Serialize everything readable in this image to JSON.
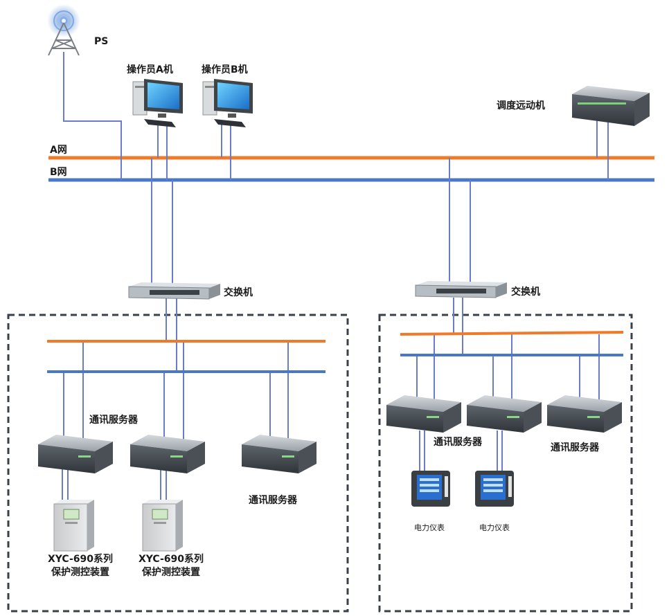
{
  "labels": {
    "ps": "PS",
    "operator_a": "操作员A机",
    "operator_b": "操作员B机",
    "dispatch": "调度远动机",
    "net_a": "A网",
    "net_b": "B网",
    "switch_left": "交换机",
    "switch_right": "交换机",
    "comm_server_left_1": "通讯服务器",
    "comm_server_left_2": "通讯服务器",
    "comm_server_right_1": "通讯服务器",
    "comm_server_right_2": "通讯服务器",
    "device_1_line1": "XYC-690系列",
    "device_1_line2": "保护测控装置",
    "device_2_line1": "XYC-690系列",
    "device_2_line2": "保护测控装置",
    "meter_1": "电力仪表",
    "meter_2": "电力仪表"
  },
  "colors": {
    "net_a": "#f07a2a",
    "net_b": "#4a78c8",
    "wire": "#6a7cc8",
    "dashed_border": "#3a3f4a"
  }
}
